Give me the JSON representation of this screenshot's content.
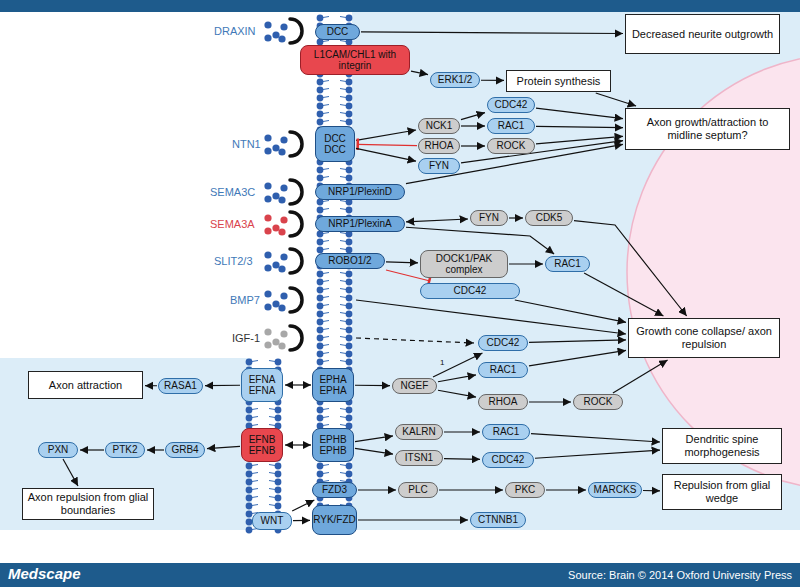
{
  "diagram": {
    "nodes": [
      {
        "text": [
          "DCC"
        ]
      },
      {
        "text": [
          "Decreased neurite outgrowth"
        ]
      },
      {
        "text": [
          "L1CAM/CHL1 with integrin"
        ]
      },
      {
        "text": [
          "ERK1/2"
        ]
      },
      {
        "text": [
          "Protein synthesis"
        ]
      },
      {
        "text": [
          "DCC DCC"
        ]
      },
      {
        "text": [
          "NCK1"
        ]
      },
      {
        "text": [
          "CDC42"
        ]
      },
      {
        "text": [
          "RAC1"
        ]
      },
      {
        "text": [
          "RHOA"
        ]
      },
      {
        "text": [
          "ROCK"
        ]
      },
      {
        "text": [
          "FYN"
        ]
      },
      {
        "text": [
          "Axon growth/attraction to midline septum?"
        ]
      },
      {
        "text": [
          "NRP1/PlexinD"
        ]
      },
      {
        "text": [
          "NRP1/PlexinA"
        ]
      },
      {
        "text": [
          "FYN"
        ]
      },
      {
        "text": [
          "CDK5"
        ]
      },
      {
        "text": [
          "ROBO1/2"
        ]
      },
      {
        "text": [
          "DOCK1/PAK complex"
        ]
      },
      {
        "text": [
          "RAC1"
        ]
      },
      {
        "text": [
          "CDC42"
        ]
      },
      {
        "text": [
          "Growth cone collapse/ axon repulsion"
        ]
      },
      {
        "text": [
          "CDC42"
        ]
      },
      {
        "text": [
          "RAC1"
        ]
      },
      {
        "text": [
          "RHOA"
        ]
      },
      {
        "text": [
          "ROCK"
        ]
      },
      {
        "text": [
          "EPHA EPHA"
        ]
      },
      {
        "text": [
          "NGEF"
        ]
      },
      {
        "text": [
          "EFNA EFNA"
        ]
      },
      {
        "text": [
          "RASA1"
        ]
      },
      {
        "text": [
          "Axon attraction"
        ]
      },
      {
        "text": [
          "EPHB EPHB"
        ]
      },
      {
        "text": [
          "EFNB EFNB"
        ]
      },
      {
        "text": [
          "GRB4"
        ]
      },
      {
        "text": [
          "PTK2"
        ]
      },
      {
        "text": [
          "PXN"
        ]
      },
      {
        "text": [
          "Axon repulsion from glial boundaries"
        ]
      },
      {
        "text": [
          "KALRN"
        ]
      },
      {
        "text": [
          "RAC1"
        ]
      },
      {
        "text": [
          "ITSN1"
        ]
      },
      {
        "text": [
          "CDC42"
        ]
      },
      {
        "text": [
          "Dendritic spine morphogenesis"
        ]
      },
      {
        "text": [
          "FZD3"
        ]
      },
      {
        "text": [
          "PLC"
        ]
      },
      {
        "text": [
          "PKC"
        ]
      },
      {
        "text": [
          "MARCKS"
        ]
      },
      {
        "text": [
          "Repulsion from glial wedge"
        ]
      },
      {
        "text": [
          "WNT"
        ]
      },
      {
        "text": [
          "RYK/FZD"
        ]
      },
      {
        "text": [
          "CTNNB1"
        ]
      }
    ],
    "edges": [
      {
        "from": 0,
        "to": 1,
        "arrow": "to"
      },
      {
        "from": 2,
        "to": 3,
        "arrow": "to"
      },
      {
        "from": 3,
        "to": 4,
        "arrow": "to"
      },
      {
        "from": 4,
        "to": 12,
        "arrow": "to"
      },
      {
        "from": 5,
        "to": 6,
        "arrow": "to"
      },
      {
        "from": 6,
        "to": 7,
        "arrow": "to"
      },
      {
        "from": 6,
        "to": 8,
        "arrow": "to"
      },
      {
        "from": 9,
        "to": 5,
        "arrow": "to"
      },
      {
        "from": 9,
        "to": 10,
        "arrow": "to"
      },
      {
        "from": 5,
        "to": 11,
        "arrow": "to"
      },
      {
        "from": 7,
        "to": 12,
        "arrow": "to"
      },
      {
        "from": 8,
        "to": 12,
        "arrow": "to"
      },
      {
        "from": 10,
        "to": 12,
        "arrow": "to"
      },
      {
        "from": 11,
        "to": 12,
        "arrow": "to"
      },
      {
        "from": 13,
        "to": 12,
        "arrow": "to"
      },
      {
        "from": 14,
        "to": 15,
        "arrow": "both"
      },
      {
        "from": 15,
        "to": 16,
        "arrow": "to"
      },
      {
        "from": 16,
        "to": 21,
        "arrow": "to"
      },
      {
        "from": 14,
        "to": 19,
        "arrow": "to"
      },
      {
        "from": 17,
        "to": 18,
        "arrow": "to"
      },
      {
        "from": 18,
        "to": 19,
        "arrow": "to"
      },
      {
        "from": 17,
        "to": 20,
        "arrow": "to"
      },
      {
        "from": 19,
        "to": 21,
        "arrow": "to"
      },
      {
        "from": 20,
        "to": 21,
        "arrow": "to"
      },
      {
        "from": 22,
        "to": 21,
        "arrow": "to"
      },
      {
        "from": 26,
        "to": 27,
        "arrow": "to"
      },
      {
        "from": 27,
        "to": 22,
        "arrow": "to"
      },
      {
        "from": 27,
        "to": 23,
        "arrow": "to"
      },
      {
        "from": 27,
        "to": 24,
        "arrow": "to"
      },
      {
        "from": 24,
        "to": 25,
        "arrow": "to"
      },
      {
        "from": 23,
        "to": 21,
        "arrow": "to"
      },
      {
        "from": 25,
        "to": 21,
        "arrow": "to"
      },
      {
        "from": 26,
        "to": 28,
        "arrow": "both"
      },
      {
        "from": 28,
        "to": 29,
        "arrow": "to"
      },
      {
        "from": 29,
        "to": 30,
        "arrow": "to"
      },
      {
        "from": 31,
        "to": 32,
        "arrow": "both"
      },
      {
        "from": 32,
        "to": 33,
        "arrow": "to"
      },
      {
        "from": 33,
        "to": 34,
        "arrow": "to"
      },
      {
        "from": 34,
        "to": 35,
        "arrow": "to"
      },
      {
        "from": 35,
        "to": 36,
        "arrow": "to"
      },
      {
        "from": 31,
        "to": 37,
        "arrow": "to"
      },
      {
        "from": 37,
        "to": 38,
        "arrow": "to"
      },
      {
        "from": 31,
        "to": 39,
        "arrow": "to"
      },
      {
        "from": 39,
        "to": 40,
        "arrow": "to"
      },
      {
        "from": 38,
        "to": 41,
        "arrow": "to"
      },
      {
        "from": 40,
        "to": 41,
        "arrow": "to"
      },
      {
        "from": 47,
        "to": 42,
        "arrow": "to"
      },
      {
        "from": 47,
        "to": 48,
        "arrow": "to"
      },
      {
        "from": 42,
        "to": 43,
        "arrow": "to"
      },
      {
        "from": 43,
        "to": 44,
        "arrow": "to"
      },
      {
        "from": 44,
        "to": 45,
        "arrow": "to"
      },
      {
        "from": 45,
        "to": 46,
        "arrow": "to"
      },
      {
        "from": 48,
        "to": 49,
        "arrow": "to"
      }
    ],
    "labels": [
      "DRAXIN",
      "NTN1",
      "SEMA3C",
      "SEMA3A",
      "SLIT2/3",
      "BMP7",
      "IGF-1",
      "1",
      "Medscape",
      "Source: Brain © 2014 Oxford University Press"
    ]
  }
}
